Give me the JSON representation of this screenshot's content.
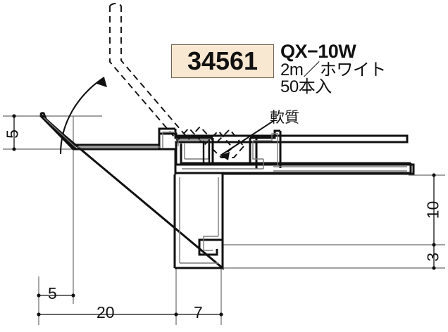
{
  "product": {
    "part_number": "34561",
    "model": "QX−10W",
    "length_color": "2m／ホワイト",
    "quantity": "50本入"
  },
  "annotations": {
    "soft_material": "軟質"
  },
  "dimensions": {
    "left_vertical_5": "5",
    "bottom_small_5": "5",
    "bottom_20": "20",
    "bottom_7": "7",
    "right_10": "10",
    "right_3": "3"
  },
  "colors": {
    "part_box_fill": "#f8e8d2",
    "part_box_border": "#6e6152",
    "line": "#111111",
    "dim_line": "#6b6b6b",
    "inner_line": "#7a7a7a",
    "background": "#ffffff"
  },
  "icons": {
    "rotation_arrow": "curved-arrow-icon",
    "leader_arrow": "leader-arrow-icon"
  }
}
